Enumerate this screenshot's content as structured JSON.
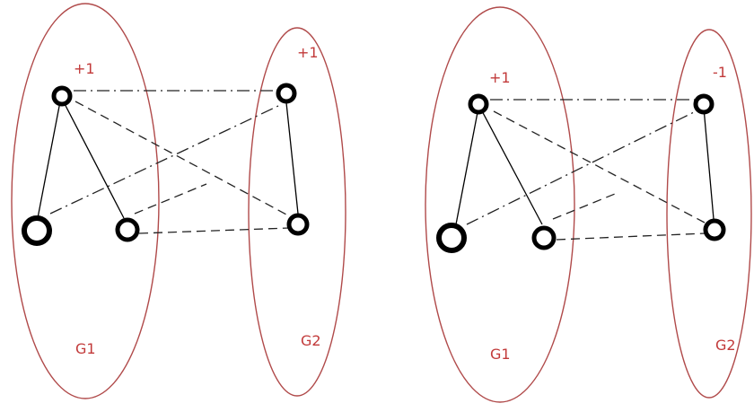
{
  "colors": {
    "group_outline": "#b04a4a",
    "label_text": "#c23a3a",
    "node_stroke": "#000000",
    "edge_stroke": "#222222"
  },
  "panels": [
    {
      "group1_label": "G1",
      "group2_label": "G2",
      "group1_top_node_sign": "+1",
      "group2_top_node_sign": "+1"
    },
    {
      "group1_label": "G1",
      "group2_label": "G2",
      "group1_top_node_sign": "+1",
      "group2_top_node_sign": "-1"
    }
  ]
}
